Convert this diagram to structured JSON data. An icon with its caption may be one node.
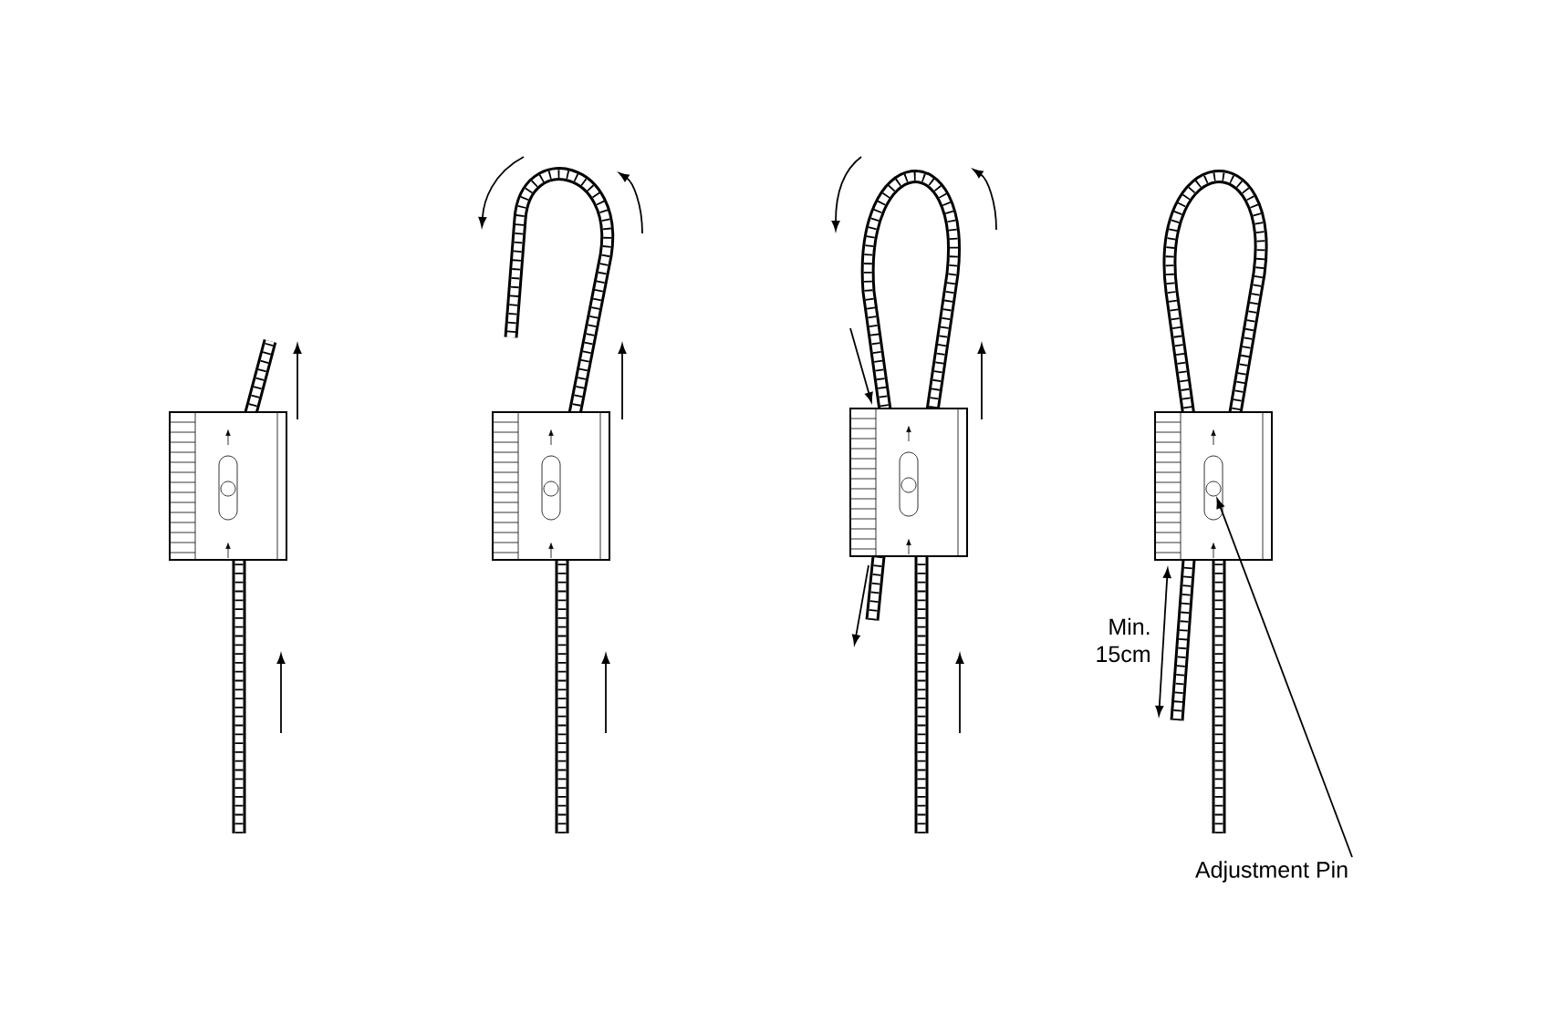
{
  "diagram": {
    "nodes": [
      {
        "text": [
          "Adjustment Pin"
        ]
      },
      {
        "text": [],
        "shape": "circle"
      }
    ],
    "edges": [
      {
        "from": 0,
        "to": 1,
        "arrow": "to"
      }
    ],
    "labels": [
      "Min. 15cm"
    ]
  }
}
